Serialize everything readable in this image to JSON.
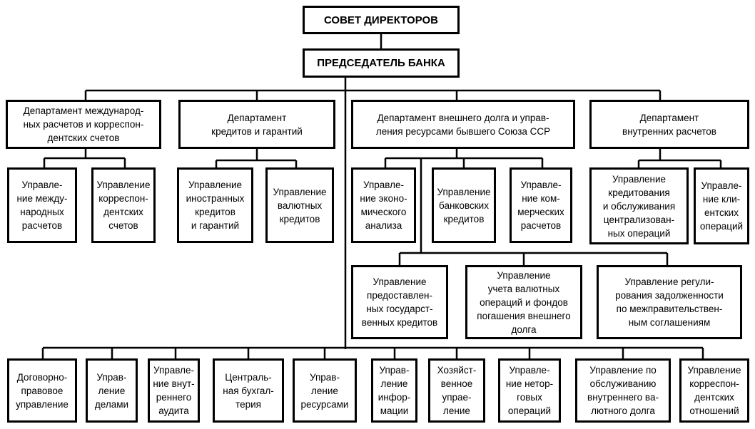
{
  "board": "СОВЕТ ДИРЕКТОРОВ",
  "chairman": "ПРЕДСЕДАТЕЛЬ БАНКА",
  "departments": [
    {
      "title": "Департамент международ-\nных расчетов и корреспон-\nдентских счетов",
      "units": [
        "Управле-\nние между-\nнародных\nрасчетов",
        "Управление\nкорреспон-\nдентских\nсчетов"
      ]
    },
    {
      "title": "Департамент\nкредитов и гарантий",
      "units": [
        "Управление\nиностранных\nкредитов\nи гарантий",
        "Управление\nвалютных\nкредитов"
      ]
    },
    {
      "title": "Департамент внешнего долга и управ-\nления ресурсами бывшего Союза ССР",
      "units": [
        "Управле-\nние эконо-\nмического\nанализа",
        "Управление\nбанковских\nкредитов",
        "Управле-\nние ком-\nмерческих\nрасчетов"
      ],
      "subunits": [
        "Управление\nпредоставлен-\nных государст-\nвенных кредитов",
        "Управление\nучета валютных\nопераций и фондов\nпогашения внешнего\nдолга",
        "Управление регули-\nрования задолженности\nпо межправительствен-\nным соглашениям"
      ]
    },
    {
      "title": "Департамент\nвнутренних расчетов",
      "units": [
        "Управление\nкредитования\nи обслуживания\nцентрализован-\nных операций",
        "Управле-\nние кли-\nентских\nопераций"
      ]
    }
  ],
  "direct_units": [
    "Договорно-\nправовое\nуправление",
    "Управ-\nление\nделами",
    "Управле-\nние внут-\nреннего\nаудита",
    "Централь-\nная бухгал-\nтерия",
    "Управ-\nление\nресурсами",
    "Управ-\nление\nинфор-\nмации",
    "Хозяйст-\nвенное\nупрае-\nление",
    "Управле-\nние нетор-\nговых\nопераций",
    "Управление по\nобслуживанию\nвнутреннего ва-\nлютного долга",
    "Управление\nкорреспон-\nдентских\nотношений"
  ]
}
